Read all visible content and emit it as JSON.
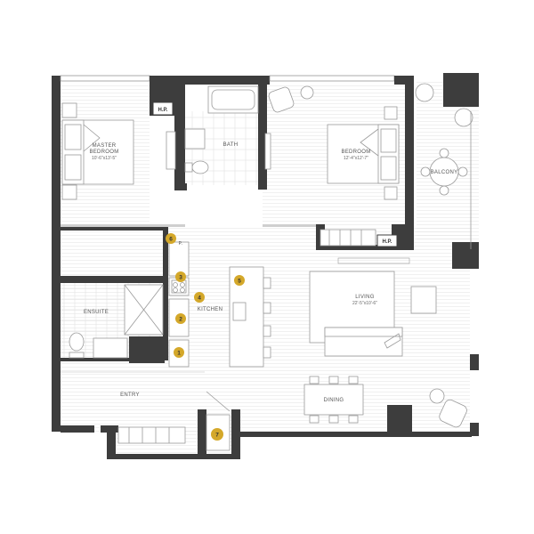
{
  "colors": {
    "wall": "#3d3d3d",
    "floor_line": "#e4e4e4",
    "furniture_stroke": "#9a9a9a",
    "badge_fill": "#d4a82a"
  },
  "rooms": {
    "master_bedroom": {
      "name": "MASTER",
      "name2": "BEDROOM",
      "size": "10'-6\"x13'-5\""
    },
    "bedroom": {
      "name": "BEDROOM",
      "size": "12'-4\"x12'-7\""
    },
    "bath": "BATH",
    "balcony": "BALCONY",
    "ensuite": "ENSUITE",
    "kitchen": "KITCHEN",
    "living": {
      "name": "LIVING",
      "size": "22'-5\"x10'-6\""
    },
    "entry": "ENTRY",
    "dining": "DINING",
    "pantry": "P.",
    "hp_top": "H.P.",
    "hp_right": "H.P."
  },
  "badges": [
    "1",
    "2",
    "3",
    "4",
    "5",
    "6",
    "7"
  ]
}
